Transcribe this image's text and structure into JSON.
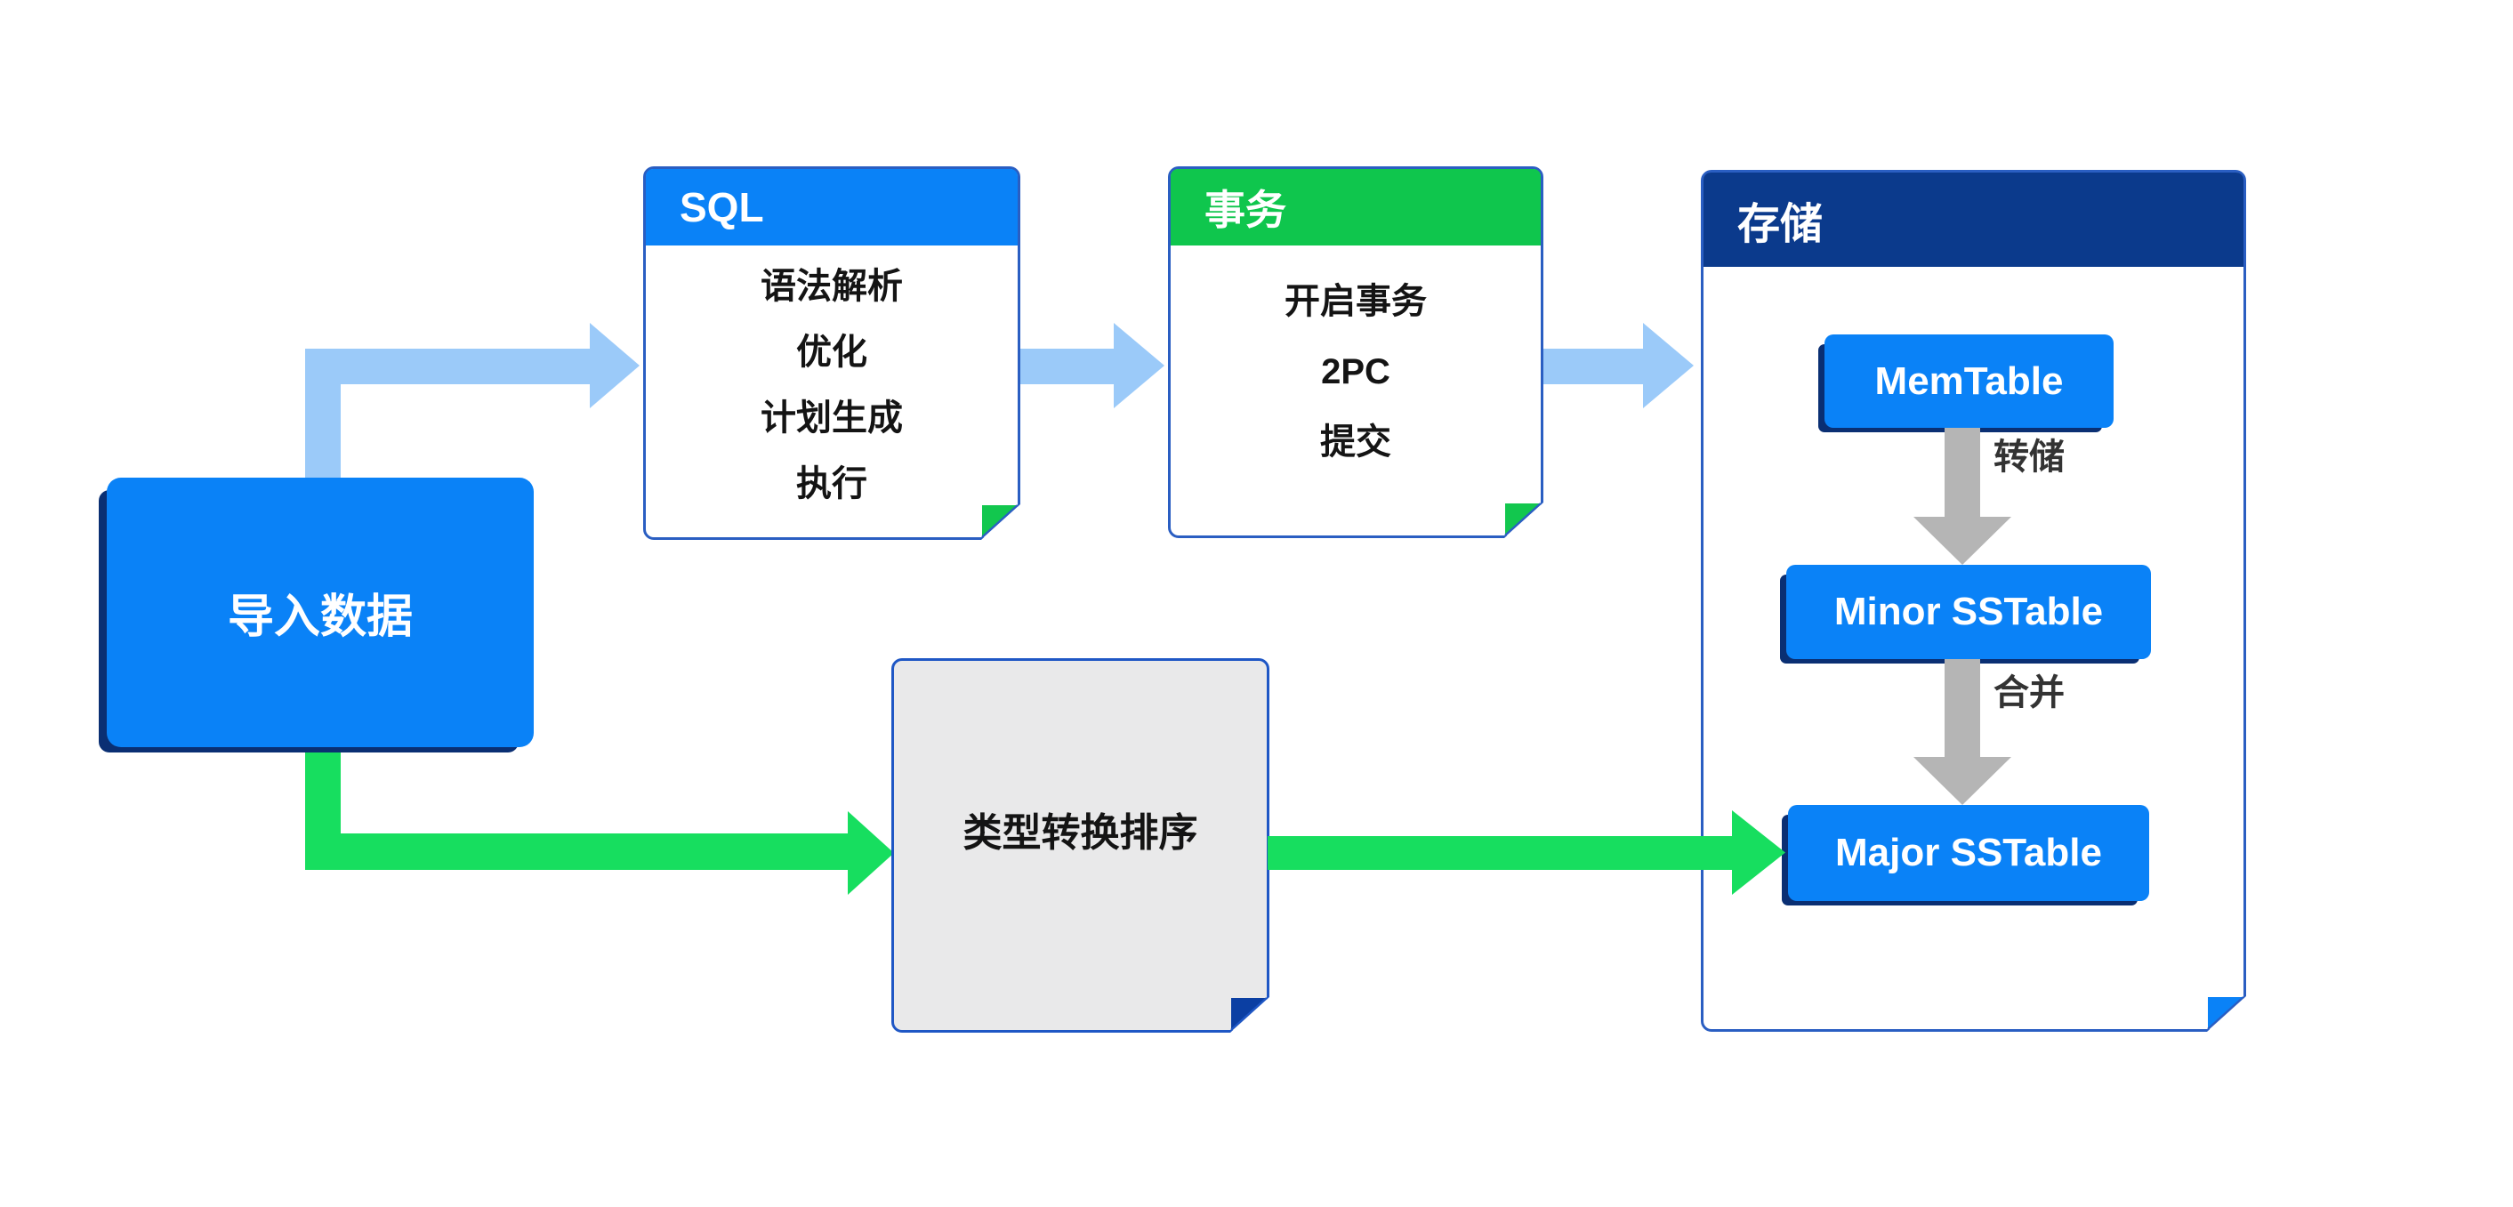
{
  "diagram": {
    "import_node": {
      "label": "导入数据"
    },
    "sql_node": {
      "title": "SQL",
      "items": [
        "语法解析",
        "优化",
        "计划生成",
        "执行"
      ]
    },
    "transaction_node": {
      "title": "事务",
      "items": [
        "开启事务",
        "2PC",
        "提交"
      ]
    },
    "storage_node": {
      "title": "存储",
      "memtable_label": "MemTable",
      "dump_arrow_label": "转储",
      "minor_sstable_label": "Minor SSTable",
      "merge_arrow_label": "合并",
      "major_sstable_label": "Major SSTable"
    },
    "convert_node": {
      "label": "类型转换排序"
    },
    "colors": {
      "primary_blue": "#0a82f7",
      "navy_header": "#0b3a8c",
      "navy_shadow": "#0a2f73",
      "header_green": "#0fc64d",
      "fold_green": "#12c74e",
      "arrow_green": "#17de5f",
      "arrow_light_blue": "#9bcaf9",
      "arrow_gray": "#b5b5b5",
      "box_gray": "#e9e9ea",
      "border_blue": "#2a5ec2",
      "fold_navy": "#0b3fa3"
    }
  }
}
